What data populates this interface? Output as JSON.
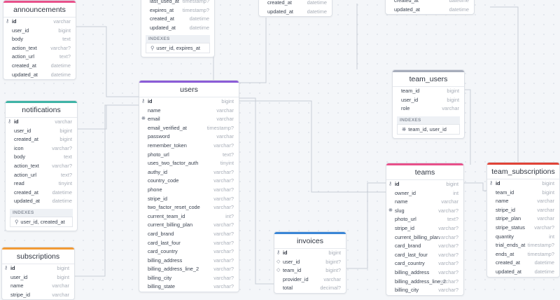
{
  "colors": {
    "announcements": "#e8508a",
    "notifications": "#3fb4a6",
    "subscriptions": "#f29a35",
    "users": "#8b5cd6",
    "team_users": "#a7adbb",
    "teams": "#e8508a",
    "team_subscriptions": "#e04337",
    "invoices": "#3a86d6",
    "neutral": "#c9ced6"
  },
  "icons": {
    "primary_key": "key-icon",
    "unique": "asterisk-icon",
    "index": "map-pin-icon"
  },
  "indexes_label": "INDEXES",
  "tables": {
    "token_partial": {
      "columns": [
        {
          "name": "last_used_at",
          "type": "timestamp?"
        },
        {
          "name": "expires_at",
          "type": "timestamp?"
        },
        {
          "name": "created_at",
          "type": "datetime"
        },
        {
          "name": "updated_at",
          "type": "datetime"
        }
      ],
      "indexes": [
        {
          "label": "user_id, expires_at",
          "icon": "map-pin-icon"
        }
      ]
    },
    "partial_mid": {
      "columns": [
        {
          "name": "created_at",
          "type": "datetime"
        },
        {
          "name": "updated_at",
          "type": "datetime"
        }
      ]
    },
    "partial_right": {
      "columns": [
        {
          "name": "created_at",
          "type": "datetime"
        },
        {
          "name": "updated_at",
          "type": "datetime"
        }
      ]
    },
    "announcements": {
      "title": "announcements",
      "columns": [
        {
          "name": "id",
          "type": "varchar",
          "pk": true
        },
        {
          "name": "user_id",
          "type": "bigint"
        },
        {
          "name": "body",
          "type": "text"
        },
        {
          "name": "action_text",
          "type": "varchar?"
        },
        {
          "name": "action_url",
          "type": "text?"
        },
        {
          "name": "created_at",
          "type": "datetime"
        },
        {
          "name": "updated_at",
          "type": "datetime"
        }
      ]
    },
    "notifications": {
      "title": "notifications",
      "columns": [
        {
          "name": "id",
          "type": "varchar",
          "pk": true
        },
        {
          "name": "user_id",
          "type": "bigint"
        },
        {
          "name": "created_at",
          "type": "bigint"
        },
        {
          "name": "icon",
          "type": "varchar?"
        },
        {
          "name": "body",
          "type": "text"
        },
        {
          "name": "action_text",
          "type": "varchar?"
        },
        {
          "name": "action_url",
          "type": "text?"
        },
        {
          "name": "read",
          "type": "tinyint"
        },
        {
          "name": "created_at",
          "type": "datetime"
        },
        {
          "name": "updated_at",
          "type": "datetime"
        }
      ],
      "indexes": [
        {
          "label": "user_id, created_at",
          "icon": "map-pin-icon"
        }
      ]
    },
    "subscriptions": {
      "title": "subscriptions",
      "columns": [
        {
          "name": "id",
          "type": "bigint",
          "pk": true
        },
        {
          "name": "user_id",
          "type": "bigint"
        },
        {
          "name": "name",
          "type": "varchar"
        },
        {
          "name": "stripe_id",
          "type": "varchar"
        }
      ]
    },
    "users": {
      "title": "users",
      "columns": [
        {
          "name": "id",
          "type": "bigint",
          "pk": true
        },
        {
          "name": "name",
          "type": "varchar"
        },
        {
          "name": "email",
          "type": "varchar",
          "unique": true
        },
        {
          "name": "email_verified_at",
          "type": "timestamp?"
        },
        {
          "name": "password",
          "type": "varchar"
        },
        {
          "name": "remember_token",
          "type": "varchar?"
        },
        {
          "name": "photo_url",
          "type": "text?"
        },
        {
          "name": "uses_two_factor_auth",
          "type": "tinyint"
        },
        {
          "name": "authy_id",
          "type": "varchar?"
        },
        {
          "name": "country_code",
          "type": "varchar?"
        },
        {
          "name": "phone",
          "type": "varchar?"
        },
        {
          "name": "stripe_id",
          "type": "varchar?"
        },
        {
          "name": "two_factor_reset_code",
          "type": "varchar?"
        },
        {
          "name": "current_team_id",
          "type": "int?"
        },
        {
          "name": "current_billing_plan",
          "type": "varchar?"
        },
        {
          "name": "card_brand",
          "type": "varchar?"
        },
        {
          "name": "card_last_four",
          "type": "varchar?"
        },
        {
          "name": "card_country",
          "type": "varchar?"
        },
        {
          "name": "billing_address",
          "type": "varchar?"
        },
        {
          "name": "billing_address_line_2",
          "type": "varchar?"
        },
        {
          "name": "billing_city",
          "type": "varchar?"
        },
        {
          "name": "billing_state",
          "type": "varchar?"
        }
      ]
    },
    "team_users": {
      "title": "team_users",
      "columns": [
        {
          "name": "team_id",
          "type": "bigint"
        },
        {
          "name": "user_id",
          "type": "bigint"
        },
        {
          "name": "role",
          "type": "varchar"
        }
      ],
      "indexes": [
        {
          "label": "team_id, user_id",
          "icon": "asterisk-icon"
        }
      ]
    },
    "teams": {
      "title": "teams",
      "columns": [
        {
          "name": "id",
          "type": "bigint",
          "pk": true
        },
        {
          "name": "owner_id",
          "type": "int"
        },
        {
          "name": "name",
          "type": "varchar"
        },
        {
          "name": "slug",
          "type": "varchar?",
          "unique": true
        },
        {
          "name": "photo_url",
          "type": "text?"
        },
        {
          "name": "stripe_id",
          "type": "varchar?"
        },
        {
          "name": "current_billing_plan",
          "type": "varchar?"
        },
        {
          "name": "card_brand",
          "type": "varchar?"
        },
        {
          "name": "card_last_four",
          "type": "varchar?"
        },
        {
          "name": "card_country",
          "type": "varchar?"
        },
        {
          "name": "billing_address",
          "type": "varchar?"
        },
        {
          "name": "billing_address_line_2",
          "type": "varchar?"
        },
        {
          "name": "billing_city",
          "type": "varchar?"
        }
      ]
    },
    "team_subscriptions": {
      "title": "team_subscriptions",
      "columns": [
        {
          "name": "id",
          "type": "bigint",
          "pk": true
        },
        {
          "name": "team_id",
          "type": "bigint"
        },
        {
          "name": "name",
          "type": "varchar"
        },
        {
          "name": "stripe_id",
          "type": "varchar"
        },
        {
          "name": "stripe_plan",
          "type": "varchar"
        },
        {
          "name": "stripe_status",
          "type": "varchar?"
        },
        {
          "name": "quantity",
          "type": "int"
        },
        {
          "name": "trial_ends_at",
          "type": "timestamp?"
        },
        {
          "name": "ends_at",
          "type": "timestamp?"
        },
        {
          "name": "created_at",
          "type": "datetime"
        },
        {
          "name": "updated_at",
          "type": "datetime"
        }
      ]
    },
    "invoices": {
      "title": "invoices",
      "columns": [
        {
          "name": "id",
          "type": "bigint",
          "pk": true
        },
        {
          "name": "user_id",
          "type": "bigint?",
          "fk": true
        },
        {
          "name": "team_id",
          "type": "bigint?",
          "fk": true
        },
        {
          "name": "provider_id",
          "type": "varchar"
        },
        {
          "name": "total",
          "type": "decimal?"
        }
      ]
    }
  }
}
